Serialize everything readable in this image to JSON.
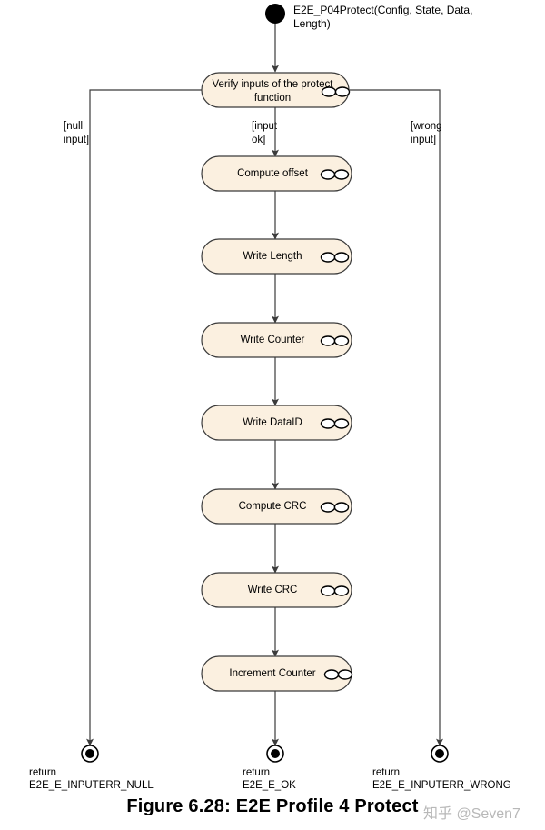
{
  "figure": {
    "caption": "Figure 6.28: E2E Profile 4 Protect",
    "watermark": "知乎 @Seven7"
  },
  "diagram": {
    "type": "uml-activity-diagram",
    "start": {
      "icon": "initial-node-icon",
      "label": "E2E_P04Protect(Config, State, Data, Length)",
      "label_line1": "E2E_P04Protect(Config, State, Data,",
      "label_line2": "Length)"
    },
    "activities": [
      {
        "id": "verify-inputs",
        "label": "Verify inputs of the protect function",
        "label_line1": "Verify inputs of the protect",
        "label_line2": "function",
        "icon": "link-icon"
      },
      {
        "id": "compute-offset",
        "label": "Compute offset",
        "label_line1": "Compute offset",
        "label_line2": "",
        "icon": "link-icon"
      },
      {
        "id": "write-length",
        "label": "Write Length",
        "label_line1": "Write Length",
        "label_line2": "",
        "icon": "link-icon"
      },
      {
        "id": "write-counter",
        "label": "Write Counter",
        "label_line1": "Write Counter",
        "label_line2": "",
        "icon": "link-icon"
      },
      {
        "id": "write-dataid",
        "label": "Write DataID",
        "label_line1": "Write DataID",
        "label_line2": "",
        "icon": "link-icon"
      },
      {
        "id": "compute-crc",
        "label": "Compute CRC",
        "label_line1": "Compute CRC",
        "label_line2": "",
        "icon": "link-icon"
      },
      {
        "id": "write-crc",
        "label": "Write CRC",
        "label_line1": "Write CRC",
        "label_line2": "",
        "icon": "link-icon"
      },
      {
        "id": "increment-counter",
        "label": "Increment Counter",
        "label_line1": "Increment Counter",
        "label_line2": "",
        "icon": "link-icon"
      }
    ],
    "guards": [
      {
        "id": "guard-null-input",
        "label": "[null input]",
        "line1": "[null",
        "line2": "input]",
        "branch": "left"
      },
      {
        "id": "guard-input-ok",
        "label": "[input ok]",
        "line1": "[input",
        "line2": "ok]",
        "branch": "center"
      },
      {
        "id": "guard-wrong-input",
        "label": "[wrong input]",
        "line1": "[wrong",
        "line2": "input]",
        "branch": "right"
      }
    ],
    "final_nodes": [
      {
        "id": "final-inputerr-null",
        "icon": "final-node-icon",
        "line1": "return",
        "line2": "E2E_E_INPUTERR_NULL",
        "label": "return E2E_E_INPUTERR_NULL"
      },
      {
        "id": "final-ok",
        "icon": "final-node-icon",
        "line1": "return",
        "line2": "E2E_E_OK",
        "label": "return E2E_E_OK"
      },
      {
        "id": "final-inputerr-wrong",
        "icon": "final-node-icon",
        "line1": "return",
        "line2": "E2E_E_INPUTERR_WRONG",
        "label": "return E2E_E_INPUTERR_WRONG"
      }
    ],
    "colors": {
      "node_fill": "#fbf0e0",
      "node_stroke": "#3b3b3b",
      "flow_stroke": "#3b3b3b",
      "text": "#000000",
      "background": "#ffffff",
      "watermark": "#b8b8b8"
    }
  }
}
